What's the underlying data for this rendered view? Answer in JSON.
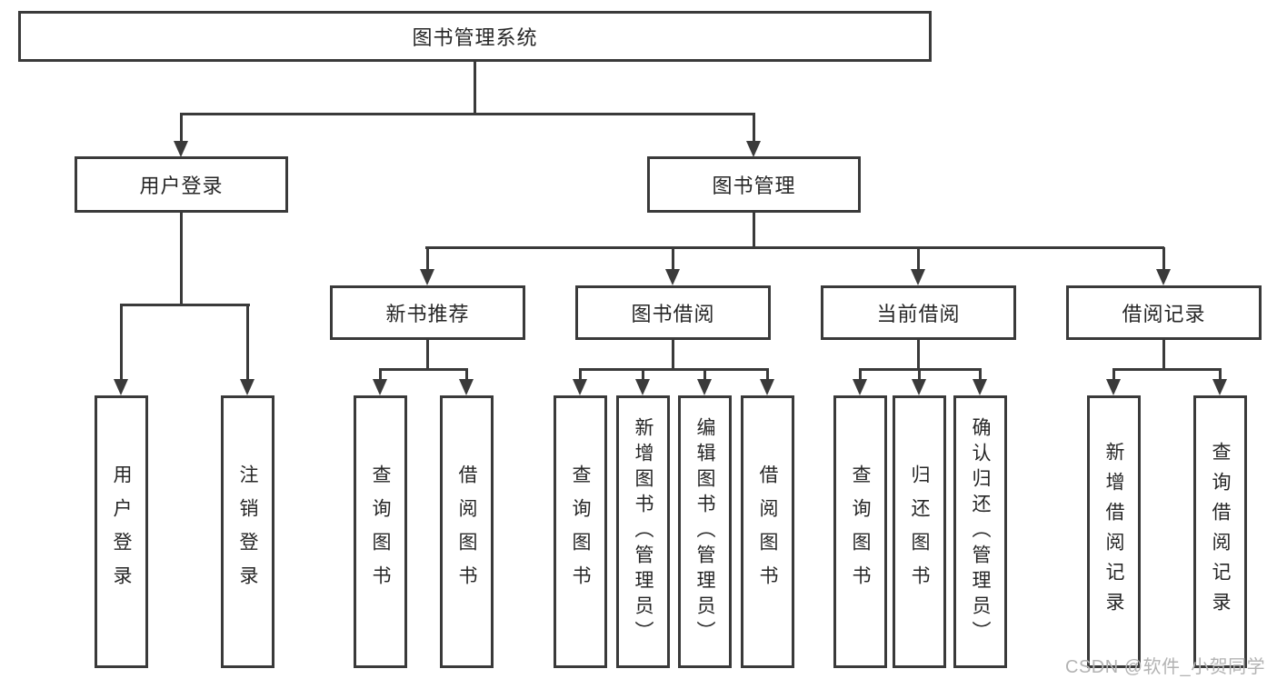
{
  "page": {
    "background": "#ffffff",
    "line_color": "#3a3a3a",
    "watermark": "CSDN @软件_小贺同学",
    "watermark_color": "#b3b3b3"
  },
  "tree": {
    "root": {
      "label": "图书管理系统"
    },
    "level2": [
      {
        "label": "用户登录"
      },
      {
        "label": "图书管理"
      }
    ],
    "level3": [
      {
        "label": "新书推荐"
      },
      {
        "label": "图书借阅"
      },
      {
        "label": "当前借阅"
      },
      {
        "label": "借阅记录"
      }
    ],
    "leaves": {
      "user": [
        "用户登录",
        "注销登录"
      ],
      "recommend": [
        "查询图书",
        "借阅图书"
      ],
      "borrow": [
        "查询图书",
        "新增图书（管理员）",
        "编辑图书（管理员）",
        "借阅图书"
      ],
      "current": [
        "查询图书",
        "归还图书",
        "确认归还（管理员）"
      ],
      "records": [
        "新增借阅记录",
        "查询借阅记录"
      ]
    }
  }
}
